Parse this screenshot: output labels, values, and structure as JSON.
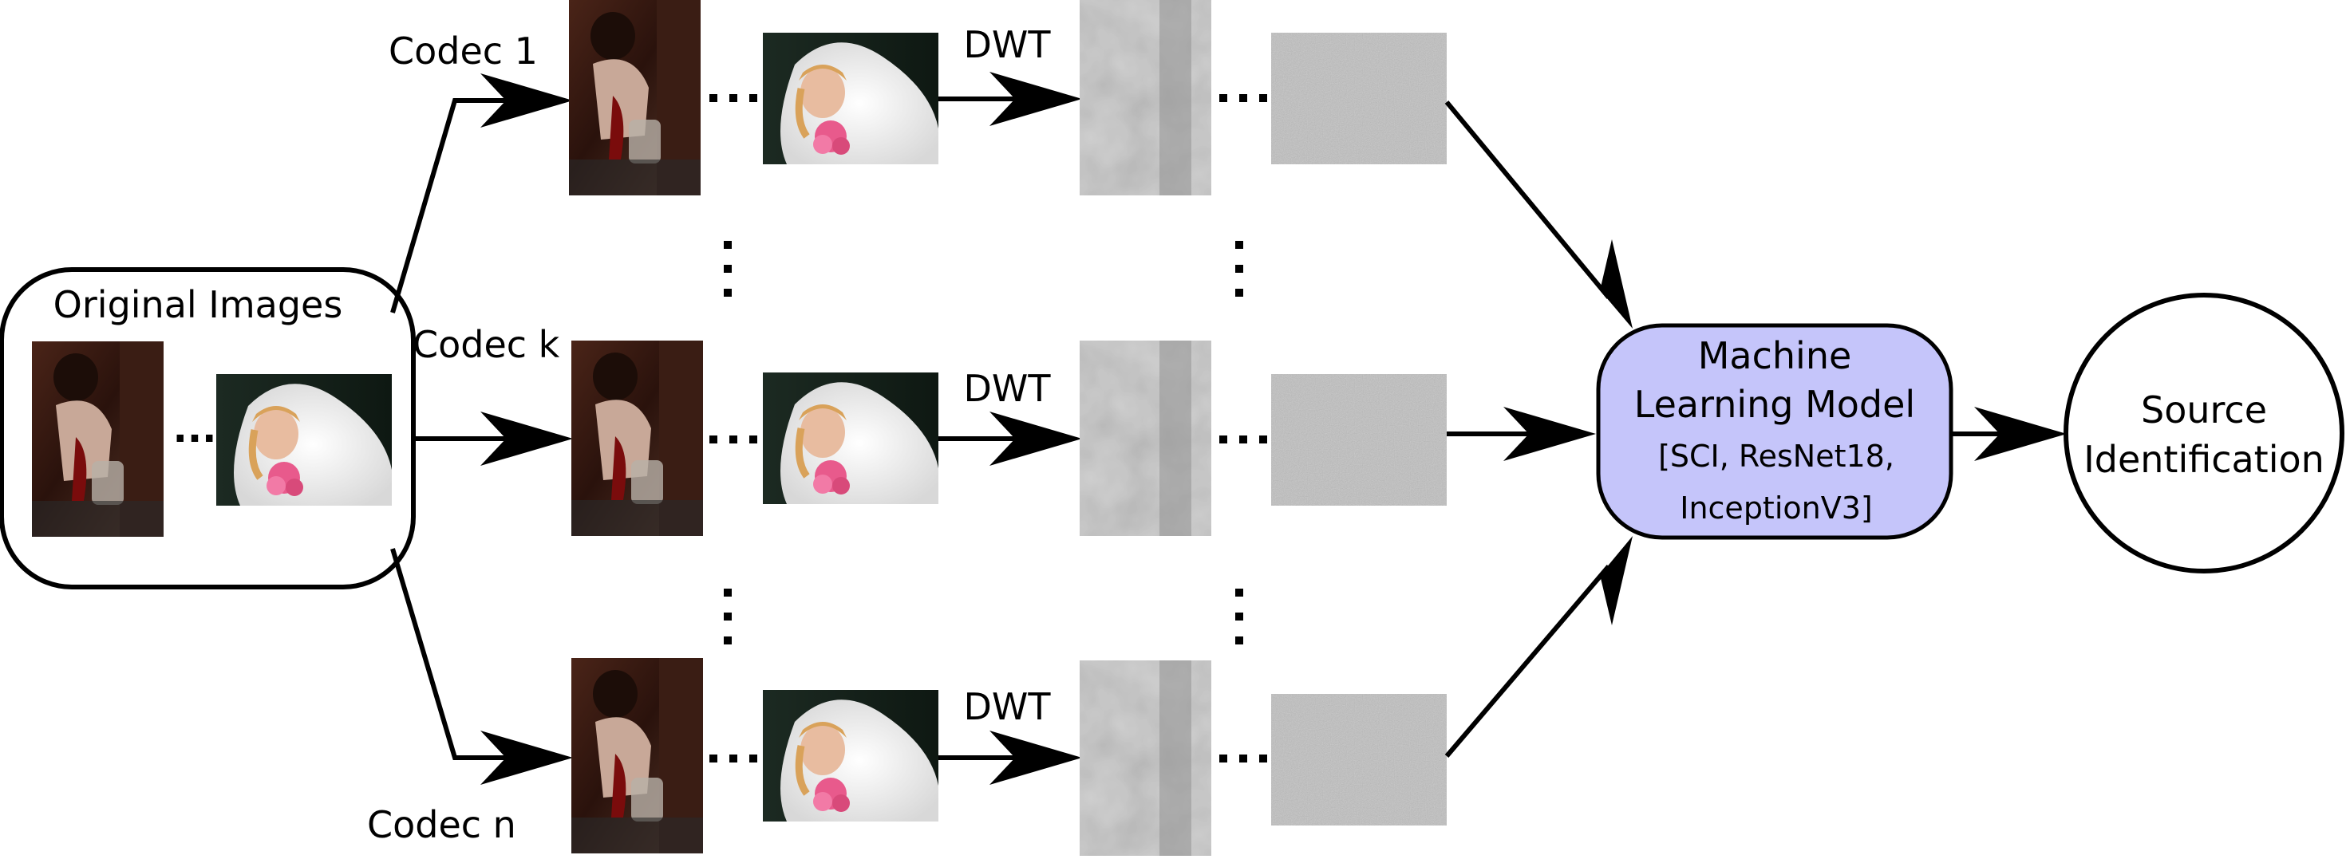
{
  "original": {
    "title": "Original Images",
    "ellipsis": "···"
  },
  "rows": [
    {
      "codec": "Codec 1",
      "dwt": "DWT"
    },
    {
      "codec": "Codec k",
      "dwt": "DWT"
    },
    {
      "codec": "Codec n",
      "dwt": "DWT"
    }
  ],
  "model": {
    "line1": "Machine",
    "line2": "Learning Model",
    "line3": "[SCI, ResNet18,",
    "line4": "InceptionV3]",
    "fill": "#c5c5fa"
  },
  "output": {
    "line1": "Source",
    "line2": "Identification"
  }
}
